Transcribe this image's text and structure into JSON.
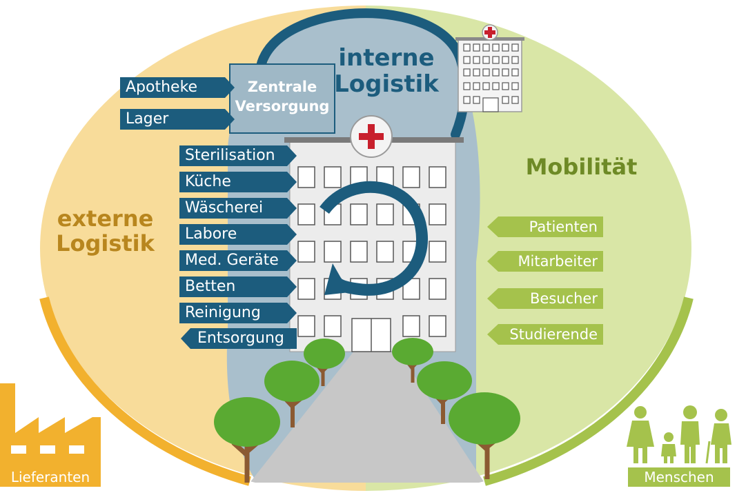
{
  "colors": {
    "external_zone": "#f8dc9a",
    "external_text": "#b8861e",
    "mobility_zone": "#d9e6a6",
    "mobility_text": "#6e8a26",
    "internal_zone": "#a9bfcc",
    "navy": "#1c5c7d",
    "orange_arc": "#f2b12e",
    "green_arc": "#a5c24c",
    "red_cross": "#c8202d",
    "tree_green": "#5aaa32",
    "path_gray": "#c7c7c7"
  },
  "zones": {
    "external": "externe Logistik",
    "mobility": "Mobilität",
    "internal": "interne Logistik"
  },
  "central_supply": {
    "title": "Zentrale Versorgung",
    "inputs": [
      "Apotheke",
      "Lager"
    ]
  },
  "internal_services": [
    "Sterilisation",
    "Küche",
    "Wäscherei",
    "Labore",
    "Med. Geräte",
    "Betten",
    "Reinigung"
  ],
  "outbound_service": "Entsorgung",
  "people_groups": [
    "Patienten",
    "Mitarbeiter",
    "Besucher",
    "Studierende"
  ],
  "corner_labels": {
    "suppliers": "Lieferanten",
    "people": "Menschen"
  },
  "icons": {
    "suppliers": "factory-icon",
    "people": "family-icon",
    "hospital": "hospital-building-icon",
    "hospital_small": "hospital-small-icon",
    "cycle": "cycle-arrow-icon",
    "cross": "red-cross-icon"
  }
}
